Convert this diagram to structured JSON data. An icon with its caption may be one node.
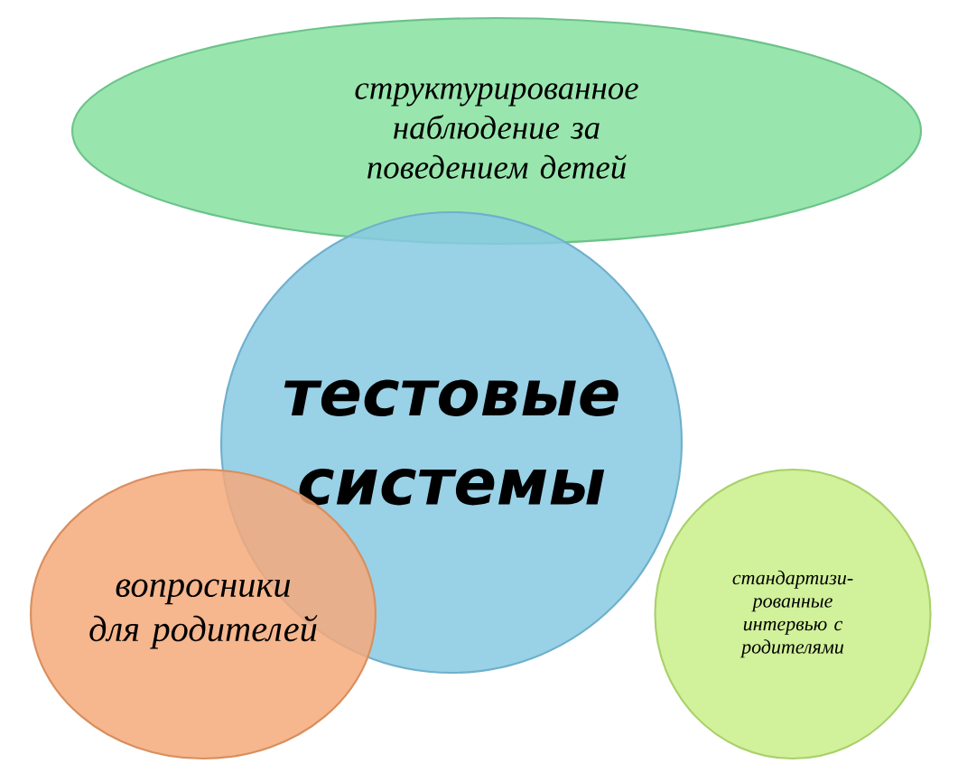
{
  "diagram": {
    "nodes": [
      {
        "text": [
          "структурированное наблюдение за поведением детей"
        ]
      },
      {
        "text": [
          "тестовые системы"
        ]
      },
      {
        "text": [
          "вопросники для родителей"
        ]
      },
      {
        "text": [
          "стандартизи- рованные интервью с родителями"
        ]
      }
    ]
  }
}
